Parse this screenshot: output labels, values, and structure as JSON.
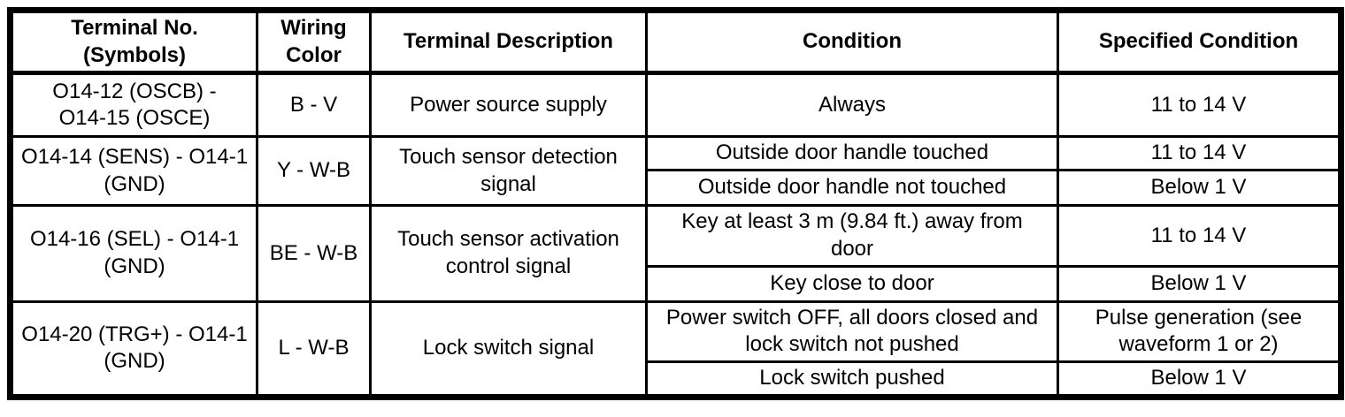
{
  "table": {
    "headers": {
      "terminal": "Terminal No.\n(Symbols)",
      "wiring": "Wiring\nColor",
      "description": "Terminal Description",
      "condition": "Condition",
      "specified": "Specified Condition"
    },
    "rows": [
      {
        "terminal": "O14-12 (OSCB) -\nO14-15 (OSCE)",
        "wiring": "B - V",
        "description": "Power source supply",
        "conditions": [
          {
            "condition": "Always",
            "specified": "11 to 14 V"
          }
        ]
      },
      {
        "terminal": "O14-14 (SENS) - O14-1\n(GND)",
        "wiring": "Y - W-B",
        "description": "Touch sensor detection\nsignal",
        "conditions": [
          {
            "condition": "Outside door handle touched",
            "specified": "11 to 14 V"
          },
          {
            "condition": "Outside door handle not touched",
            "specified": "Below 1 V"
          }
        ]
      },
      {
        "terminal": "O14-16 (SEL) - O14-1\n(GND)",
        "wiring": "BE - W-B",
        "description": "Touch sensor activation\ncontrol signal",
        "conditions": [
          {
            "condition": "Key at least 3 m (9.84 ft.) away from\ndoor",
            "specified": "11 to 14 V"
          },
          {
            "condition": "Key close to door",
            "specified": "Below 1 V"
          }
        ]
      },
      {
        "terminal": "O14-20 (TRG+) - O14-1\n(GND)",
        "wiring": "L - W-B",
        "description": "Lock switch signal",
        "conditions": [
          {
            "condition": "Power switch OFF, all doors closed and\nlock switch not pushed",
            "specified": "Pulse generation (see\nwaveform 1 or 2)"
          },
          {
            "condition": "Lock switch pushed",
            "specified": "Below 1 V"
          }
        ]
      }
    ]
  },
  "colors": {
    "border": "#000000",
    "text": "#000000",
    "background": "#ffffff"
  }
}
